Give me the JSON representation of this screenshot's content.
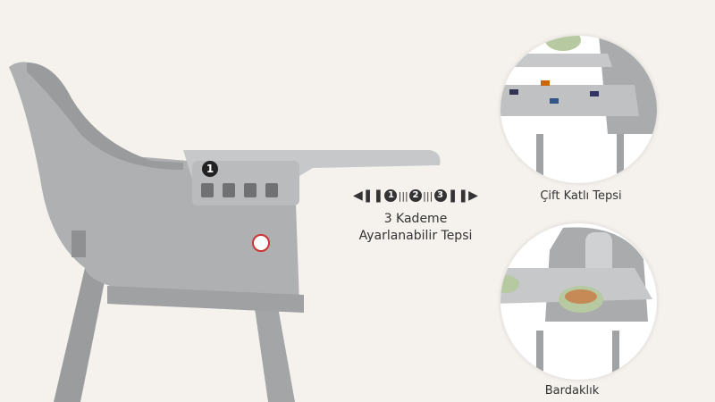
{
  "main_chair": {
    "tray_position_badge": "1"
  },
  "adjustment": {
    "steps": [
      "1",
      "2",
      "3"
    ],
    "title": "3 Kademe",
    "subtitle": "Ayarlanabilir Tepsi"
  },
  "features": [
    {
      "label": "Çift Katlı Tepsi"
    },
    {
      "label": "Bardaklık"
    }
  ],
  "colors": {
    "background": "#f5f2ee",
    "chair": "#a9abad",
    "tray": "#c4c6c8",
    "accent": "#b7c9a0"
  }
}
